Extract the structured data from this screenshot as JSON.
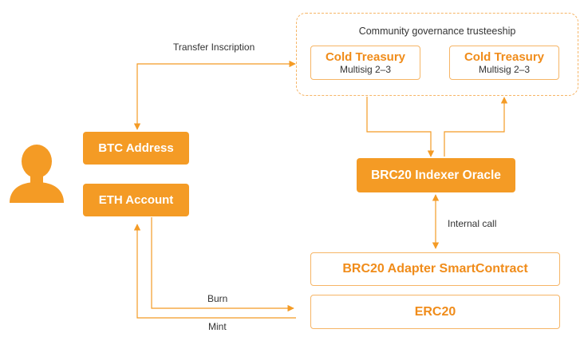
{
  "colors": {
    "accent": "#F49B25",
    "accent_text": "#F08C1A",
    "outline": "#F6B566",
    "user_icon": "#F49B25"
  },
  "user": {
    "icon": "user-silhouette-icon"
  },
  "btc_address": {
    "label": "BTC Address"
  },
  "eth_account": {
    "label": "ETH Account"
  },
  "governance": {
    "title": "Community governance trusteeship",
    "treasuries": [
      {
        "title": "Cold Treasury",
        "subtitle": "Multisig 2–3"
      },
      {
        "title": "Cold Treasury",
        "subtitle": "Multisig 2–3"
      }
    ]
  },
  "oracle": {
    "label": "BRC20 Indexer Oracle"
  },
  "adapter": {
    "label": "BRC20 Adapter SmartContract"
  },
  "erc20": {
    "label": "ERC20"
  },
  "edges": {
    "transfer_inscription": "Transfer Inscription",
    "internal_call": "Internal call",
    "burn": "Burn",
    "mint": "Mint"
  }
}
